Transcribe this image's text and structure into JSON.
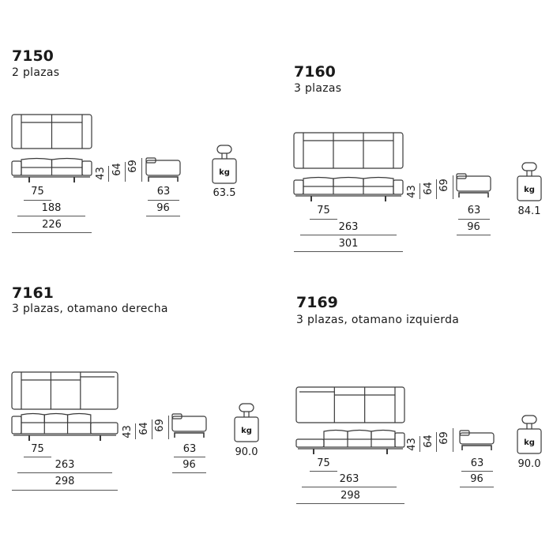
{
  "models": [
    {
      "code": "7150",
      "description": "2 plazas",
      "seats": 2,
      "ottoman": "none",
      "dims": {
        "seat_depth": "75",
        "inner_width": "188",
        "total_width": "226",
        "seat_height": "43",
        "arm_height": "64",
        "back_height": "69",
        "side_seat_depth": "63",
        "depth": "96"
      },
      "weight": "63.5",
      "weight_unit": "kg"
    },
    {
      "code": "7160",
      "description": "3 plazas",
      "seats": 3,
      "ottoman": "none",
      "dims": {
        "seat_depth": "75",
        "inner_width": "263",
        "total_width": "301",
        "seat_height": "43",
        "arm_height": "64",
        "back_height": "69",
        "side_seat_depth": "63",
        "depth": "96"
      },
      "weight": "84.1",
      "weight_unit": "kg"
    },
    {
      "code": "7161",
      "description": "3 plazas, otamano derecha",
      "seats": 3,
      "ottoman": "right",
      "dims": {
        "seat_depth": "75",
        "inner_width": "263",
        "total_width": "298",
        "seat_height": "43",
        "arm_height": "64",
        "back_height": "69",
        "side_seat_depth": "63",
        "depth": "96"
      },
      "weight": "90.0",
      "weight_unit": "kg"
    },
    {
      "code": "7169",
      "description": "3 plazas, otamano izquierda",
      "seats": 3,
      "ottoman": "left",
      "dims": {
        "seat_depth": "75",
        "inner_width": "263",
        "total_width": "298",
        "seat_height": "43",
        "arm_height": "64",
        "back_height": "69",
        "side_seat_depth": "63",
        "depth": "96"
      },
      "weight": "90.0",
      "weight_unit": "kg"
    }
  ],
  "colors": {
    "line": "#3a3a3a",
    "text": "#1a1a1a"
  }
}
